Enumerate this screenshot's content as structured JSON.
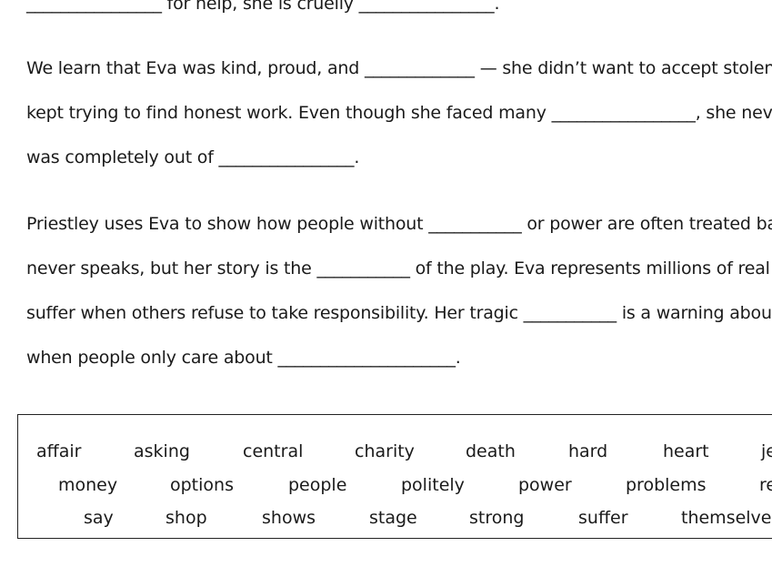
{
  "passage": {
    "lines": [
      "________________ for help, she is cruelly ________________.",
      "We learn that Eva was kind, proud, and _____________ — she didn’t want to accept stolen m",
      "kept trying to find honest work. Even though she faced many _________________, she neve",
      "was completely out of ________________.",
      "Priestley uses Eva to show how people without ___________ or power are often treated ba",
      "never speaks, but her story is the ___________ of the play. Eva represents millions of real _",
      "suffer when others refuse to take responsibility. Her tragic ___________ is a warning about",
      "when people only care about _____________________."
    ]
  },
  "word_bank": {
    "rows": [
      [
        "affair",
        "asking",
        "central",
        "charity",
        "death",
        "hard",
        "heart",
        "je"
      ],
      [
        "money",
        "options",
        "people",
        "politely",
        "power",
        "problems",
        "re"
      ],
      [
        "say",
        "shop",
        "shows",
        "stage",
        "strong",
        "suffer",
        "themselves"
      ]
    ]
  }
}
